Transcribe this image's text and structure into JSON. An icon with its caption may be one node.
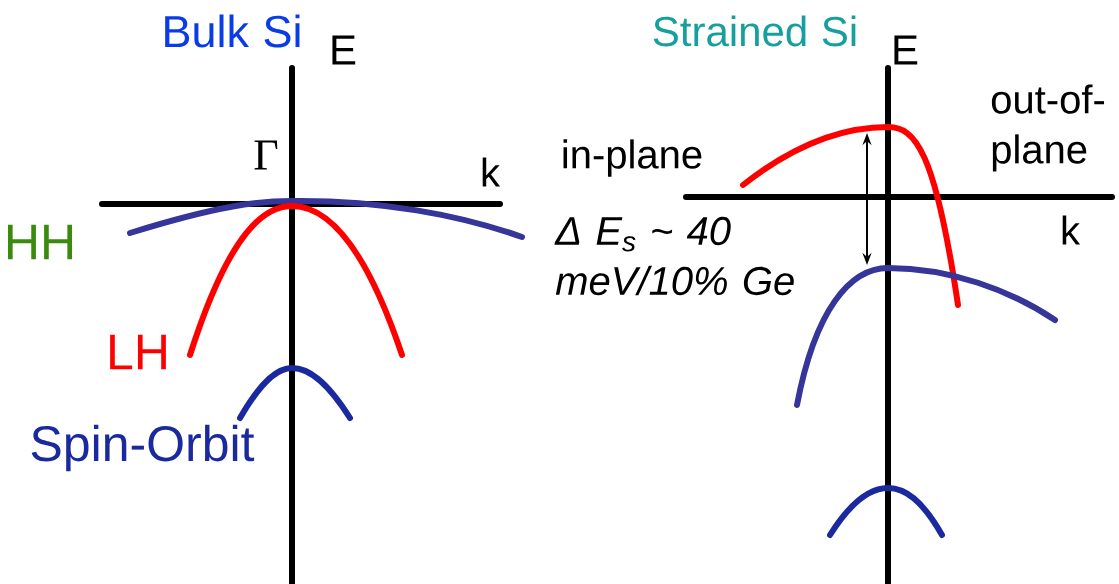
{
  "diagram": {
    "labels": [
      "Bulk Si",
      "E",
      "Γ",
      "k",
      "HH",
      "LH",
      "Spin-Orbit",
      "Strained Si",
      "E",
      "in-plane",
      "out-of-plane",
      "Δ E$_{s}$ ~ 40 meV/10% Ge",
      "k"
    ]
  }
}
